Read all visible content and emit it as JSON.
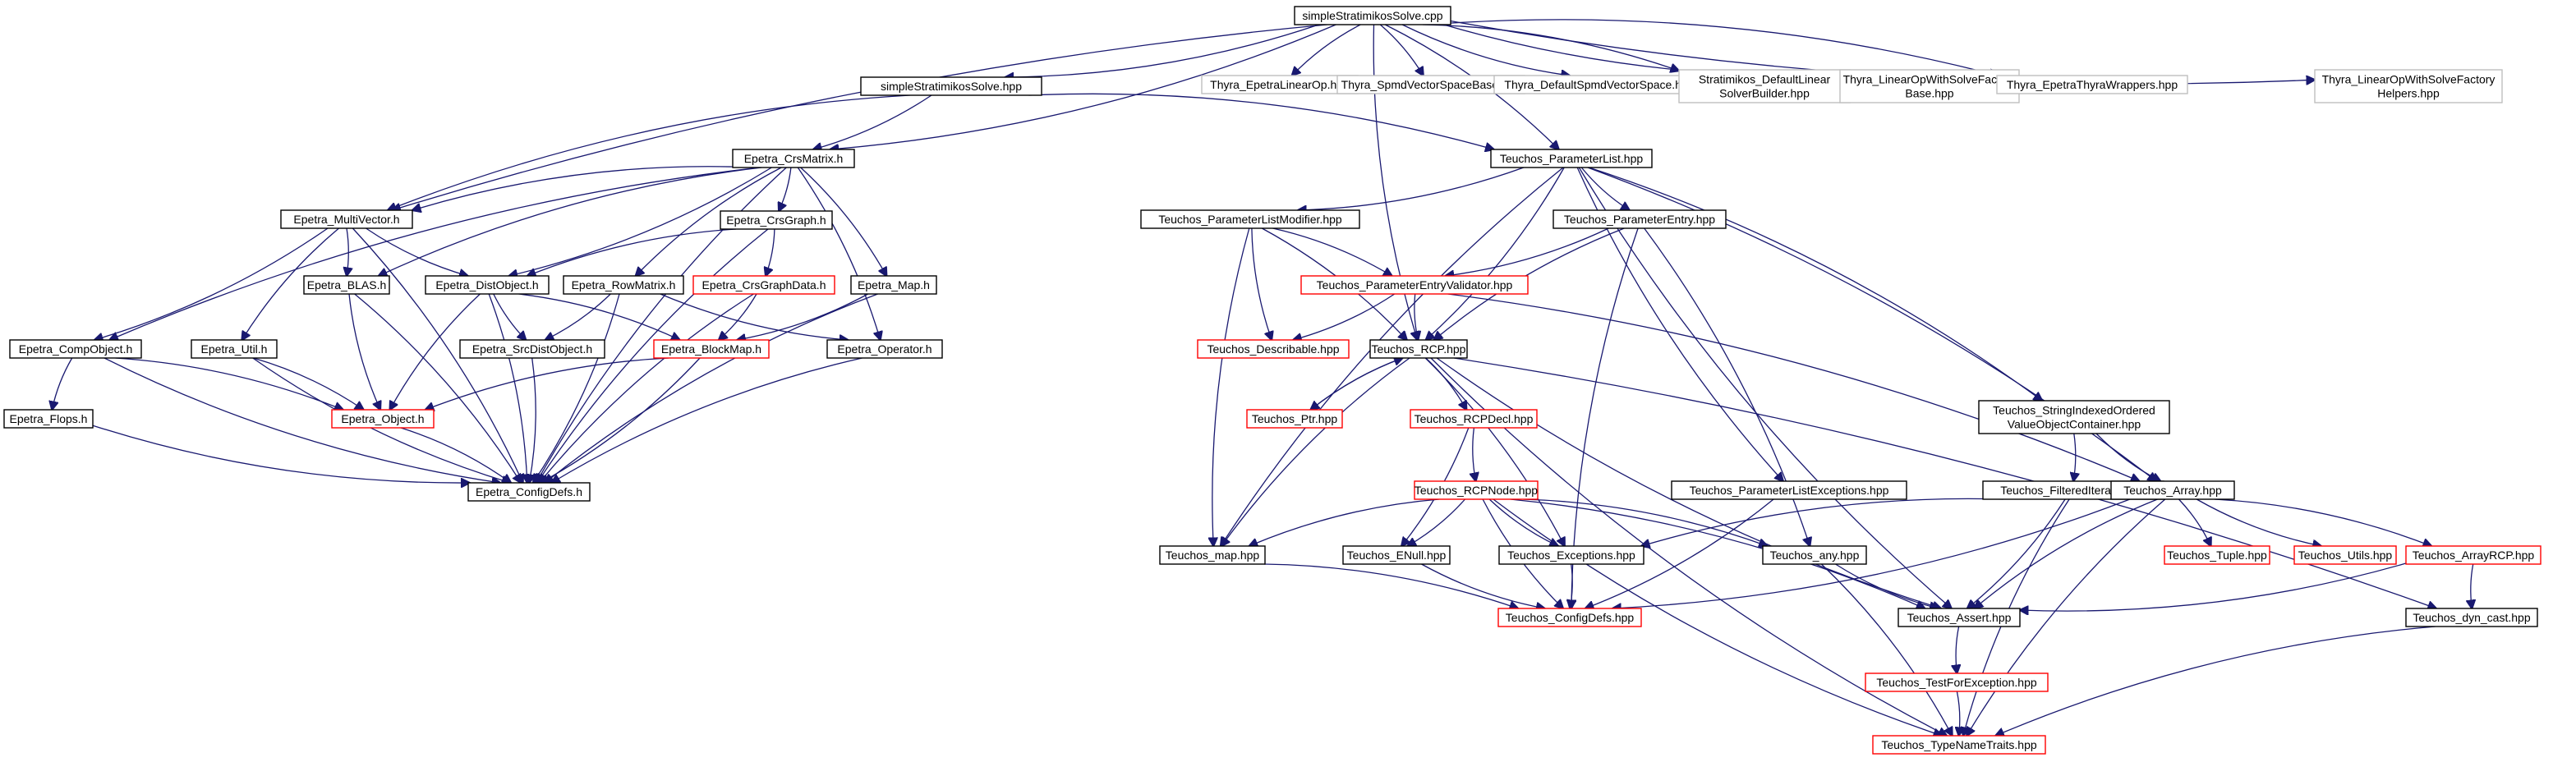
{
  "colors": {
    "edge": "#191970",
    "box_default": "#000000",
    "box_incomplete": "#ff0000",
    "box_external": "#bfbfbf",
    "root_fill": "#bfbfbf"
  },
  "nodes": [
    {
      "id": "root",
      "lines": [
        "simpleStratimikosSolve.cpp"
      ],
      "kind": "root"
    },
    {
      "id": "simple_hpp",
      "lines": [
        "simpleStratimikosSolve.hpp"
      ],
      "kind": "normal"
    },
    {
      "id": "thyra_eplo",
      "lines": [
        "Thyra_EpetraLinearOp.hpp"
      ],
      "kind": "external"
    },
    {
      "id": "thyra_svsb",
      "lines": [
        "Thyra_SpmdVectorSpaceBase.hpp"
      ],
      "kind": "external"
    },
    {
      "id": "thyra_dsvs",
      "lines": [
        "Thyra_DefaultSpmdVectorSpace.hpp"
      ],
      "kind": "external"
    },
    {
      "id": "strat_dlsb",
      "lines": [
        "Stratimikos_DefaultLinear",
        "SolverBuilder.hpp"
      ],
      "kind": "external"
    },
    {
      "id": "thyra_lowsfb",
      "lines": [
        "Thyra_LinearOpWithSolveFactory",
        "Base.hpp"
      ],
      "kind": "external"
    },
    {
      "id": "thyra_etw",
      "lines": [
        "Thyra_EpetraThyraWrappers.hpp"
      ],
      "kind": "external"
    },
    {
      "id": "thyra_lowsfh",
      "lines": [
        "Thyra_LinearOpWithSolveFactory",
        "Helpers.hpp"
      ],
      "kind": "external"
    },
    {
      "id": "ep_crsmatrix",
      "lines": [
        "Epetra_CrsMatrix.h"
      ],
      "kind": "normal"
    },
    {
      "id": "ep_multivector",
      "lines": [
        "Epetra_MultiVector.h"
      ],
      "kind": "normal"
    },
    {
      "id": "ep_crsgraph",
      "lines": [
        "Epetra_CrsGraph.h"
      ],
      "kind": "normal"
    },
    {
      "id": "ep_blas",
      "lines": [
        "Epetra_BLAS.h"
      ],
      "kind": "normal"
    },
    {
      "id": "ep_distobject",
      "lines": [
        "Epetra_DistObject.h"
      ],
      "kind": "normal"
    },
    {
      "id": "ep_rowmatrix",
      "lines": [
        "Epetra_RowMatrix.h"
      ],
      "kind": "normal"
    },
    {
      "id": "ep_crsgraphdata",
      "lines": [
        "Epetra_CrsGraphData.h"
      ],
      "kind": "incomplete"
    },
    {
      "id": "ep_map",
      "lines": [
        "Epetra_Map.h"
      ],
      "kind": "normal"
    },
    {
      "id": "ep_compobject",
      "lines": [
        "Epetra_CompObject.h"
      ],
      "kind": "normal"
    },
    {
      "id": "ep_util",
      "lines": [
        "Epetra_Util.h"
      ],
      "kind": "normal"
    },
    {
      "id": "ep_srcdistobject",
      "lines": [
        "Epetra_SrcDistObject.h"
      ],
      "kind": "normal"
    },
    {
      "id": "ep_blockmap",
      "lines": [
        "Epetra_BlockMap.h"
      ],
      "kind": "incomplete"
    },
    {
      "id": "ep_operator",
      "lines": [
        "Epetra_Operator.h"
      ],
      "kind": "normal"
    },
    {
      "id": "ep_flops",
      "lines": [
        "Epetra_Flops.h"
      ],
      "kind": "normal"
    },
    {
      "id": "ep_object",
      "lines": [
        "Epetra_Object.h"
      ],
      "kind": "incomplete"
    },
    {
      "id": "ep_configdefs",
      "lines": [
        "Epetra_ConfigDefs.h"
      ],
      "kind": "normal"
    },
    {
      "id": "te_paramlist",
      "lines": [
        "Teuchos_ParameterList.hpp"
      ],
      "kind": "normal"
    },
    {
      "id": "te_plmodifier",
      "lines": [
        "Teuchos_ParameterListModifier.hpp"
      ],
      "kind": "normal"
    },
    {
      "id": "te_paramentry",
      "lines": [
        "Teuchos_ParameterEntry.hpp"
      ],
      "kind": "normal"
    },
    {
      "id": "te_pevalidator",
      "lines": [
        "Teuchos_ParameterEntryValidator.hpp"
      ],
      "kind": "incomplete"
    },
    {
      "id": "te_describable",
      "lines": [
        "Teuchos_Describable.hpp"
      ],
      "kind": "incomplete"
    },
    {
      "id": "te_rcp",
      "lines": [
        "Teuchos_RCP.hpp"
      ],
      "kind": "normal"
    },
    {
      "id": "te_ptr",
      "lines": [
        "Teuchos_Ptr.hpp"
      ],
      "kind": "incomplete"
    },
    {
      "id": "te_rcpdecl",
      "lines": [
        "Teuchos_RCPDecl.hpp"
      ],
      "kind": "incomplete"
    },
    {
      "id": "te_rcpnode",
      "lines": [
        "Teuchos_RCPNode.hpp"
      ],
      "kind": "incomplete"
    },
    {
      "id": "te_siovoc",
      "lines": [
        "Teuchos_StringIndexedOrdered",
        "ValueObjectContainer.hpp"
      ],
      "kind": "normal"
    },
    {
      "id": "te_plexceptions",
      "lines": [
        "Teuchos_ParameterListExceptions.hpp"
      ],
      "kind": "normal"
    },
    {
      "id": "te_filterediter",
      "lines": [
        "Teuchos_FilteredIterator.hpp"
      ],
      "kind": "normal"
    },
    {
      "id": "te_array",
      "lines": [
        "Teuchos_Array.hpp"
      ],
      "kind": "normal"
    },
    {
      "id": "te_map",
      "lines": [
        "Teuchos_map.hpp"
      ],
      "kind": "normal"
    },
    {
      "id": "te_enull",
      "lines": [
        "Teuchos_ENull.hpp"
      ],
      "kind": "normal"
    },
    {
      "id": "te_exceptions",
      "lines": [
        "Teuchos_Exceptions.hpp"
      ],
      "kind": "normal"
    },
    {
      "id": "te_any",
      "lines": [
        "Teuchos_any.hpp"
      ],
      "kind": "normal"
    },
    {
      "id": "te_tuple",
      "lines": [
        "Teuchos_Tuple.hpp"
      ],
      "kind": "incomplete"
    },
    {
      "id": "te_utils",
      "lines": [
        "Teuchos_Utils.hpp"
      ],
      "kind": "incomplete"
    },
    {
      "id": "te_arrayrcp",
      "lines": [
        "Teuchos_ArrayRCP.hpp"
      ],
      "kind": "incomplete"
    },
    {
      "id": "te_configdefs",
      "lines": [
        "Teuchos_ConfigDefs.hpp"
      ],
      "kind": "incomplete"
    },
    {
      "id": "te_assert",
      "lines": [
        "Teuchos_Assert.hpp"
      ],
      "kind": "normal"
    },
    {
      "id": "te_dyncast",
      "lines": [
        "Teuchos_dyn_cast.hpp"
      ],
      "kind": "normal"
    },
    {
      "id": "te_testforexc",
      "lines": [
        "Teuchos_TestForException.hpp"
      ],
      "kind": "incomplete"
    },
    {
      "id": "te_typenametraits",
      "lines": [
        "Teuchos_TypeNameTraits.hpp"
      ],
      "kind": "incomplete"
    }
  ],
  "edges": [
    [
      "root",
      "simple_hpp"
    ],
    [
      "root",
      "thyra_eplo"
    ],
    [
      "root",
      "thyra_svsb"
    ],
    [
      "root",
      "thyra_dsvs"
    ],
    [
      "root",
      "strat_dlsb"
    ],
    [
      "root",
      "thyra_lowsfb"
    ],
    [
      "root",
      "thyra_etw"
    ],
    [
      "root",
      "thyra_lowsfh"
    ],
    [
      "root",
      "ep_crsmatrix"
    ],
    [
      "root",
      "ep_multivector"
    ],
    [
      "root",
      "te_paramlist"
    ],
    [
      "root",
      "te_rcp"
    ],
    [
      "simple_hpp",
      "ep_crsmatrix"
    ],
    [
      "simple_hpp",
      "ep_multivector"
    ],
    [
      "simple_hpp",
      "te_paramlist"
    ],
    [
      "ep_crsmatrix",
      "ep_multivector"
    ],
    [
      "ep_crsmatrix",
      "ep_crsgraph"
    ],
    [
      "ep_crsmatrix",
      "ep_blas"
    ],
    [
      "ep_crsmatrix",
      "ep_distobject"
    ],
    [
      "ep_crsmatrix",
      "ep_rowmatrix"
    ],
    [
      "ep_crsmatrix",
      "ep_map"
    ],
    [
      "ep_crsmatrix",
      "ep_compobject"
    ],
    [
      "ep_crsmatrix",
      "ep_operator"
    ],
    [
      "ep_crsmatrix",
      "ep_configdefs"
    ],
    [
      "ep_multivector",
      "ep_blas"
    ],
    [
      "ep_multivector",
      "ep_distobject"
    ],
    [
      "ep_multivector",
      "ep_compobject"
    ],
    [
      "ep_multivector",
      "ep_util"
    ],
    [
      "ep_multivector",
      "ep_configdefs"
    ],
    [
      "ep_crsgraph",
      "ep_distobject"
    ],
    [
      "ep_crsgraph",
      "ep_crsgraphdata"
    ],
    [
      "ep_crsgraph",
      "ep_configdefs"
    ],
    [
      "ep_crsgraphdata",
      "ep_blockmap"
    ],
    [
      "ep_crsgraphdata",
      "ep_configdefs"
    ],
    [
      "ep_map",
      "ep_blockmap"
    ],
    [
      "ep_map",
      "ep_configdefs"
    ],
    [
      "ep_rowmatrix",
      "ep_srcdistobject"
    ],
    [
      "ep_rowmatrix",
      "ep_operator"
    ],
    [
      "ep_rowmatrix",
      "ep_configdefs"
    ],
    [
      "ep_distobject",
      "ep_srcdistobject"
    ],
    [
      "ep_distobject",
      "ep_blockmap"
    ],
    [
      "ep_distobject",
      "ep_object"
    ],
    [
      "ep_distobject",
      "ep_configdefs"
    ],
    [
      "ep_blas",
      "ep_object"
    ],
    [
      "ep_blas",
      "ep_configdefs"
    ],
    [
      "ep_compobject",
      "ep_flops"
    ],
    [
      "ep_compobject",
      "ep_object"
    ],
    [
      "ep_compobject",
      "ep_configdefs"
    ],
    [
      "ep_util",
      "ep_object"
    ],
    [
      "ep_util",
      "ep_configdefs"
    ],
    [
      "ep_srcdistobject",
      "ep_configdefs"
    ],
    [
      "ep_blockmap",
      "ep_object"
    ],
    [
      "ep_blockmap",
      "ep_configdefs"
    ],
    [
      "ep_operator",
      "ep_configdefs"
    ],
    [
      "ep_object",
      "ep_configdefs"
    ],
    [
      "ep_flops",
      "ep_configdefs"
    ],
    [
      "te_paramlist",
      "te_plmodifier"
    ],
    [
      "te_paramlist",
      "te_paramentry"
    ],
    [
      "te_paramlist",
      "te_rcp"
    ],
    [
      "te_paramlist",
      "te_map"
    ],
    [
      "te_paramlist",
      "te_siovoc"
    ],
    [
      "te_paramlist",
      "te_plexceptions"
    ],
    [
      "te_paramlist",
      "te_array"
    ],
    [
      "te_paramlist",
      "te_assert"
    ],
    [
      "te_plmodifier",
      "te_pevalidator"
    ],
    [
      "te_plmodifier",
      "te_describable"
    ],
    [
      "te_plmodifier",
      "te_rcp"
    ],
    [
      "te_plmodifier",
      "te_map"
    ],
    [
      "te_paramentry",
      "te_pevalidator"
    ],
    [
      "te_paramentry",
      "te_rcp"
    ],
    [
      "te_paramentry",
      "te_any"
    ],
    [
      "te_paramentry",
      "te_configdefs"
    ],
    [
      "te_pevalidator",
      "te_describable"
    ],
    [
      "te_pevalidator",
      "te_rcp"
    ],
    [
      "te_pevalidator",
      "te_array"
    ],
    [
      "te_rcp",
      "te_ptr"
    ],
    [
      "te_rcp",
      "te_rcpdecl"
    ],
    [
      "te_rcp",
      "te_map"
    ],
    [
      "te_rcp",
      "te_exceptions"
    ],
    [
      "te_rcp",
      "te_assert"
    ],
    [
      "te_rcp",
      "te_dyncast"
    ],
    [
      "te_rcp",
      "te_typenametraits"
    ],
    [
      "te_ptr",
      "te_rcp"
    ],
    [
      "te_rcpdecl",
      "te_rcpnode"
    ],
    [
      "te_rcpdecl",
      "te_enull"
    ],
    [
      "te_rcpnode",
      "te_map"
    ],
    [
      "te_rcpnode",
      "te_enull"
    ],
    [
      "te_rcpnode",
      "te_exceptions"
    ],
    [
      "te_rcpnode",
      "te_any"
    ],
    [
      "te_rcpnode",
      "te_configdefs"
    ],
    [
      "te_rcpnode",
      "te_assert"
    ],
    [
      "te_rcpnode",
      "te_typenametraits"
    ],
    [
      "te_siovoc",
      "te_filterediter"
    ],
    [
      "te_siovoc",
      "te_array"
    ],
    [
      "te_plexceptions",
      "te_configdefs"
    ],
    [
      "te_filterediter",
      "te_exceptions"
    ],
    [
      "te_filterediter",
      "te_assert"
    ],
    [
      "te_filterediter",
      "te_typenametraits"
    ],
    [
      "te_array",
      "te_tuple"
    ],
    [
      "te_array",
      "te_utils"
    ],
    [
      "te_array",
      "te_arrayrcp"
    ],
    [
      "te_array",
      "te_assert"
    ],
    [
      "te_array",
      "te_configdefs"
    ],
    [
      "te_array",
      "te_typenametraits"
    ],
    [
      "te_arrayrcp",
      "te_assert"
    ],
    [
      "te_arrayrcp",
      "te_dyncast"
    ],
    [
      "te_map",
      "te_configdefs"
    ],
    [
      "te_enull",
      "te_configdefs"
    ],
    [
      "te_exceptions",
      "te_configdefs"
    ],
    [
      "te_any",
      "te_assert"
    ],
    [
      "te_any",
      "te_typenametraits"
    ],
    [
      "te_assert",
      "te_testforexc"
    ],
    [
      "te_testforexc",
      "te_typenametraits"
    ],
    [
      "te_dyncast",
      "te_typenametraits"
    ]
  ]
}
